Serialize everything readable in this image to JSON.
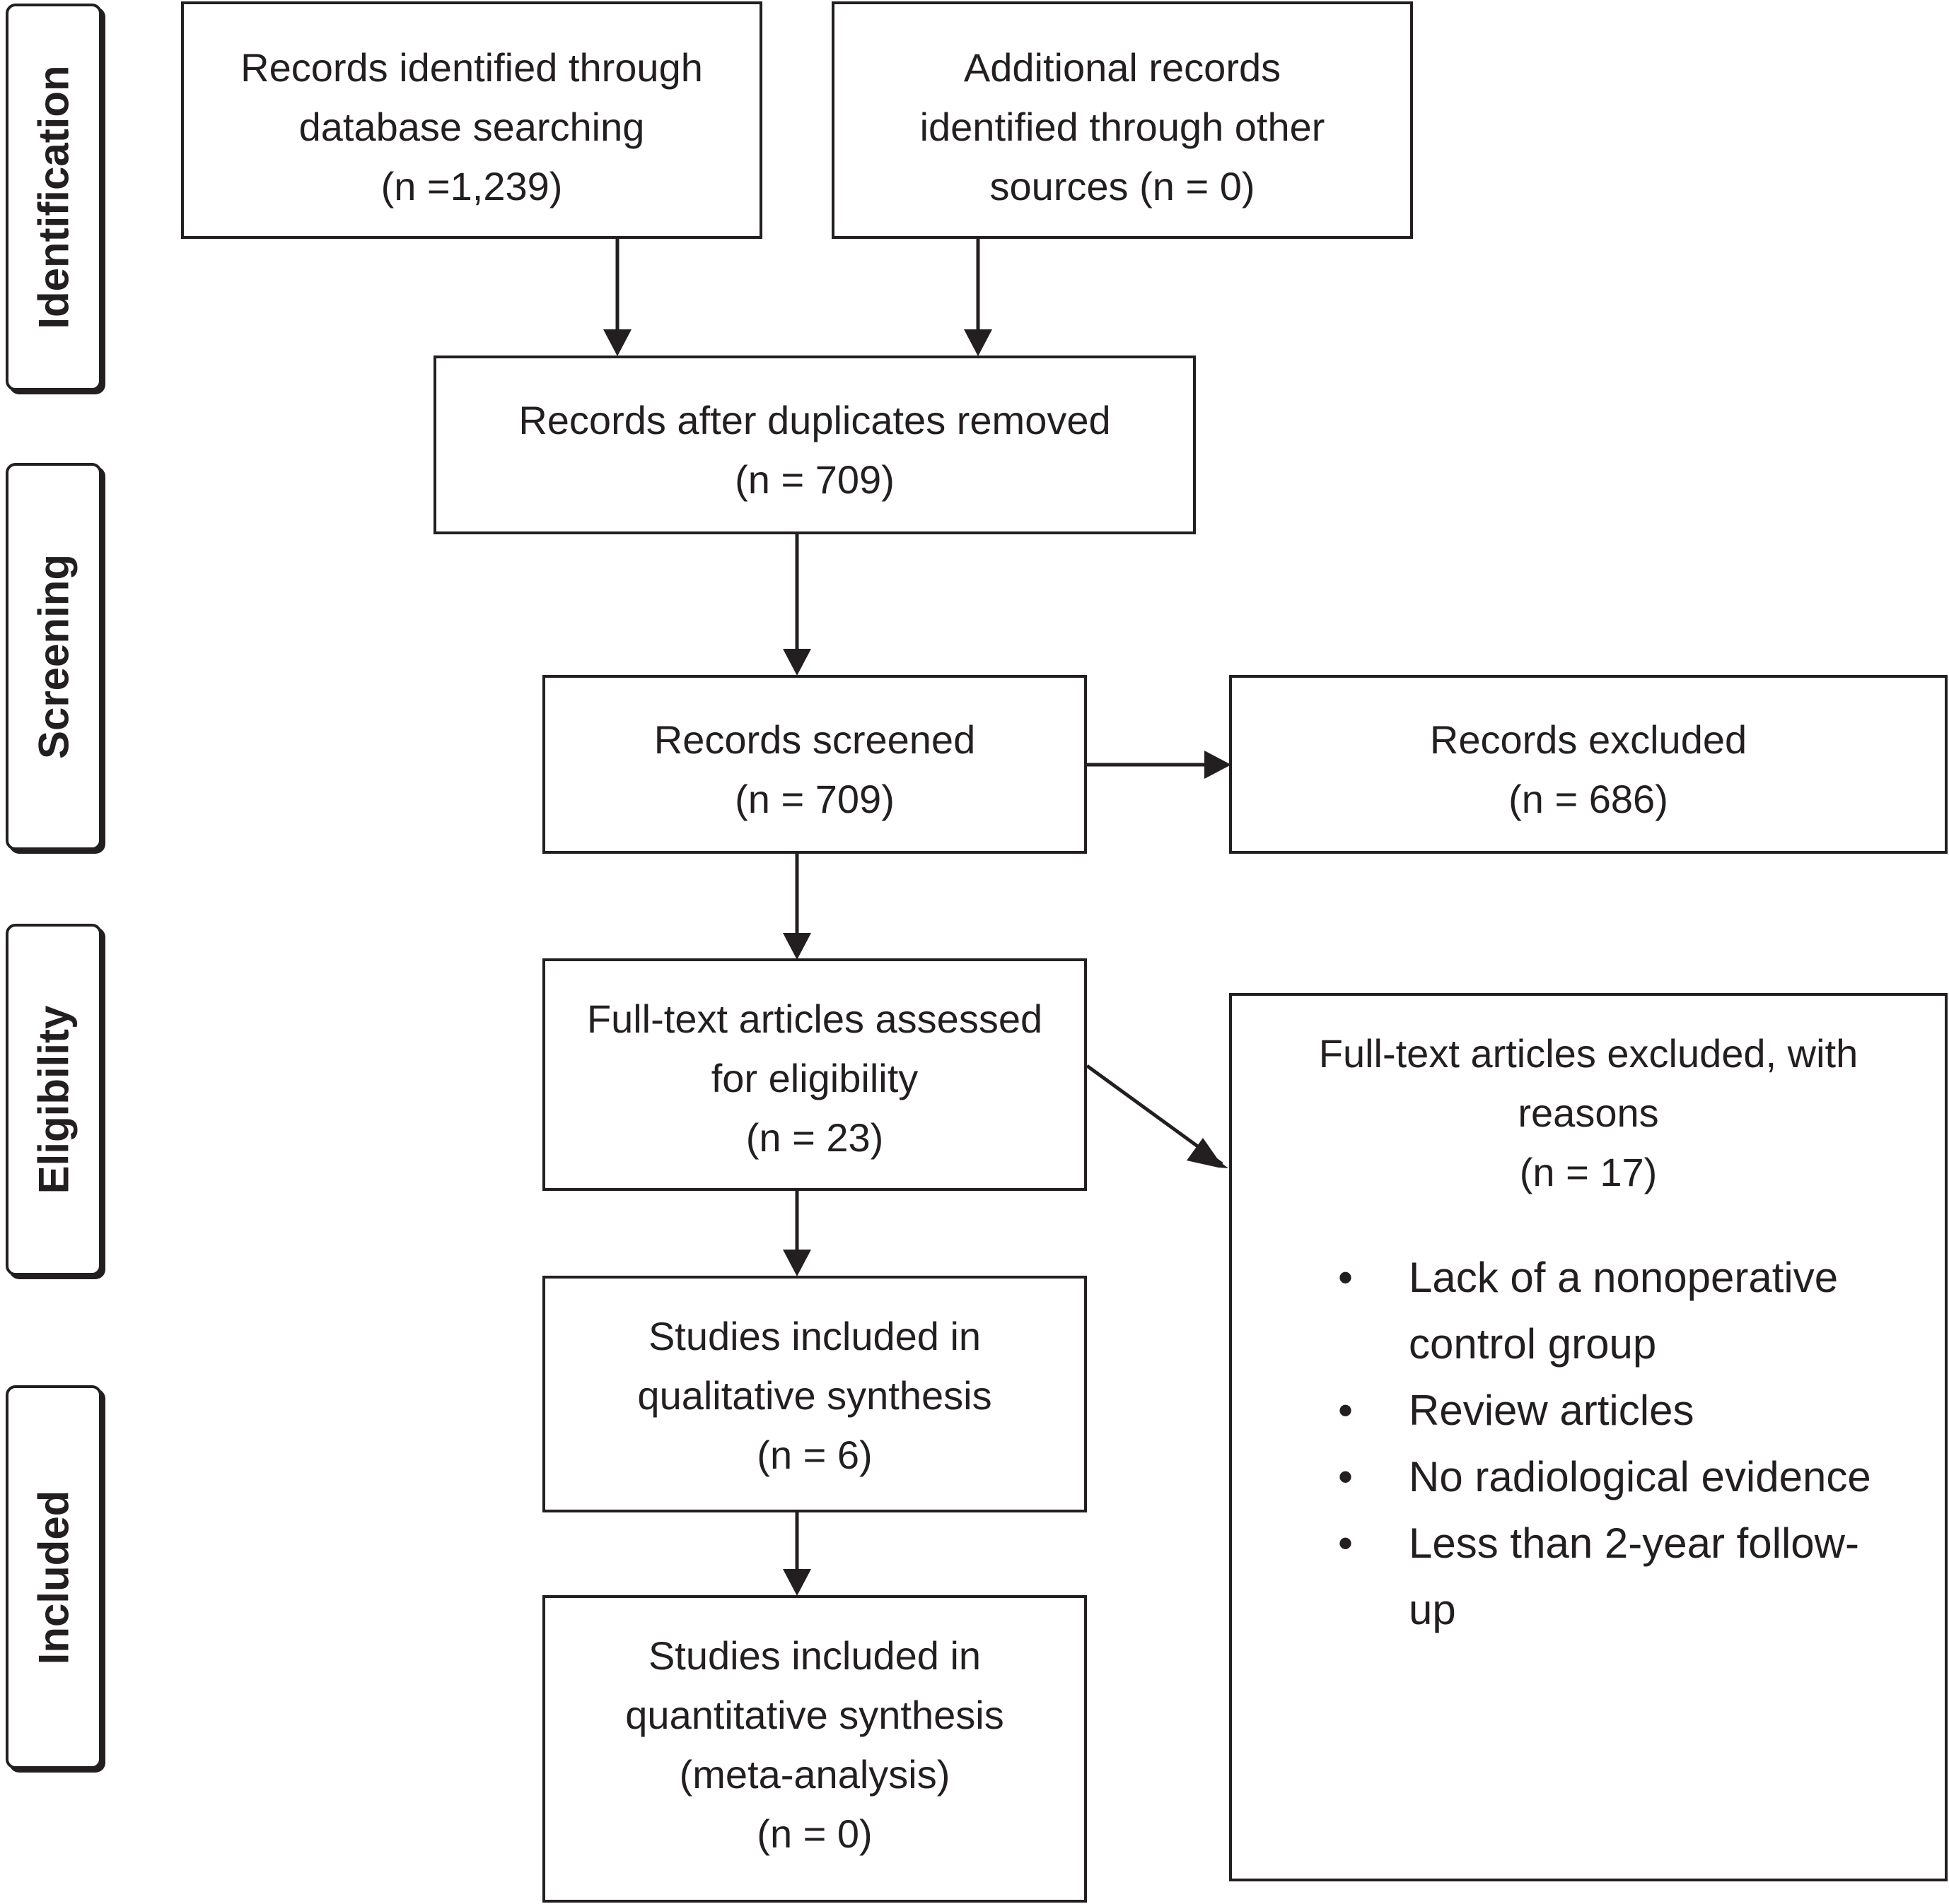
{
  "phases": [
    {
      "label": "Identification"
    },
    {
      "label": "Screening"
    },
    {
      "label": "Eligibility"
    },
    {
      "label": "Included"
    }
  ],
  "boxes": {
    "database": {
      "lines": [
        "Records identified through",
        "database searching",
        "(n =1,239)"
      ]
    },
    "other": {
      "lines": [
        "Additional records",
        "identified through other",
        "sources (n = 0)"
      ]
    },
    "duplicates": {
      "lines": [
        "Records after duplicates removed",
        "(n = 709)"
      ]
    },
    "screened": {
      "lines": [
        "Records screened",
        "(n = 709)"
      ]
    },
    "excluded": {
      "lines": [
        "Records excluded",
        "(n = 686)"
      ]
    },
    "fulltext": {
      "lines": [
        "Full-text articles assessed",
        "for eligibility",
        "(n = 23)"
      ]
    },
    "fulltext_excluded": {
      "lines": [
        "Full-text articles excluded, with",
        "reasons",
        "(n = 17)"
      ],
      "reasons": [
        {
          "bullet": "•",
          "lines": [
            "Lack of a nonoperative",
            "control group"
          ]
        },
        {
          "bullet": "•",
          "lines": [
            "Review articles"
          ]
        },
        {
          "bullet": "•",
          "lines": [
            "No radiological evidence"
          ]
        },
        {
          "bullet": "•",
          "lines": [
            "Less than 2-year follow-",
            "up"
          ]
        }
      ]
    },
    "qualitative": {
      "lines": [
        "Studies included in",
        "qualitative synthesis",
        "(n = 6)"
      ]
    },
    "quantitative": {
      "lines": [
        "Studies included in",
        "quantitative synthesis",
        "(meta-analysis)",
        "(n = 0)"
      ]
    }
  }
}
